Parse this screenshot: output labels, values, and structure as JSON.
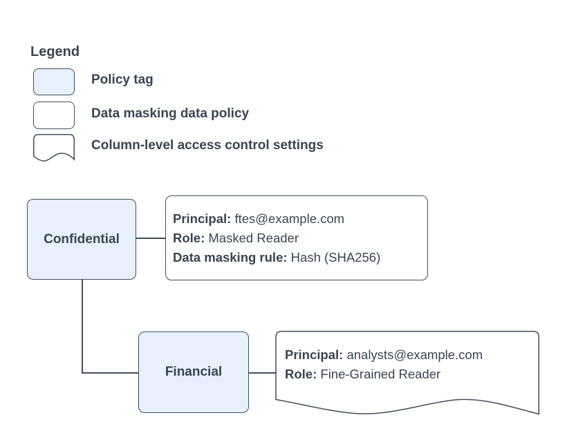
{
  "colors": {
    "bg": "#ffffff",
    "node_fill": "#e8f0fe",
    "stroke": "#414c5a",
    "text": "#3a4452"
  },
  "legend": {
    "title": "Legend",
    "items": [
      {
        "shape": "policy-tag-swatch",
        "label": "Policy tag"
      },
      {
        "shape": "data-policy-swatch",
        "label": "Data masking data policy"
      },
      {
        "shape": "document-swatch",
        "label": "Column-level access control settings"
      }
    ]
  },
  "diagram": {
    "nodes": {
      "confidential": {
        "type": "policy-tag",
        "label": "Confidential"
      },
      "financial": {
        "type": "policy-tag",
        "label": "Financial"
      },
      "masking_policy": {
        "type": "data-masking-data-policy",
        "lines": [
          {
            "label": "Principal:",
            "value": " ftes@example.com"
          },
          {
            "label": "Role:",
            "value": " Masked Reader"
          },
          {
            "label": "Data masking rule:",
            "value": " Hash (SHA256)"
          }
        ]
      },
      "access_settings": {
        "type": "column-level-access-control-settings",
        "lines": [
          {
            "label": "Principal:",
            "value": " analysts@example.com"
          },
          {
            "label": "Role:",
            "value": " Fine-Grained Reader"
          }
        ]
      }
    },
    "edges": [
      {
        "from": "confidential",
        "to": "masking_policy"
      },
      {
        "from": "confidential",
        "to": "financial"
      },
      {
        "from": "financial",
        "to": "access_settings"
      }
    ]
  }
}
